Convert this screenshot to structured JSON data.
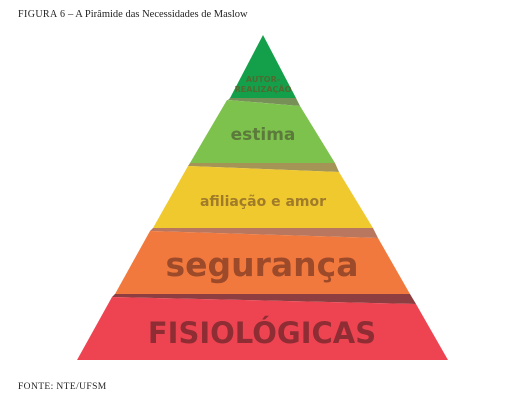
{
  "caption": {
    "figure_label": "FIGURA 6",
    "separator": " – ",
    "title": "A Pirâmide das Necessidades de Maslow"
  },
  "levels": [
    {
      "id": "autorrealizacao",
      "label_line1": "AUTOR-",
      "label_line2": "REALIZAÇÃO",
      "color": "#14a04a",
      "text_color": "#4f6b30"
    },
    {
      "id": "estima",
      "label": "estima",
      "color": "#7cc24d",
      "text_color": "#5c7a3b"
    },
    {
      "id": "afiliacao",
      "label": "afiliação e amor",
      "color": "#f0c92e",
      "text_color": "#a07b2a"
    },
    {
      "id": "seguranca",
      "label": "segurança",
      "color": "#f2793d",
      "text_color": "#9c4a2a"
    },
    {
      "id": "fisiologicas",
      "label": "FISIOLÓGICAS",
      "color": "#ee4452",
      "text_color": "#8f2d34"
    }
  ],
  "source": "FONTE: NTE/UFSM"
}
